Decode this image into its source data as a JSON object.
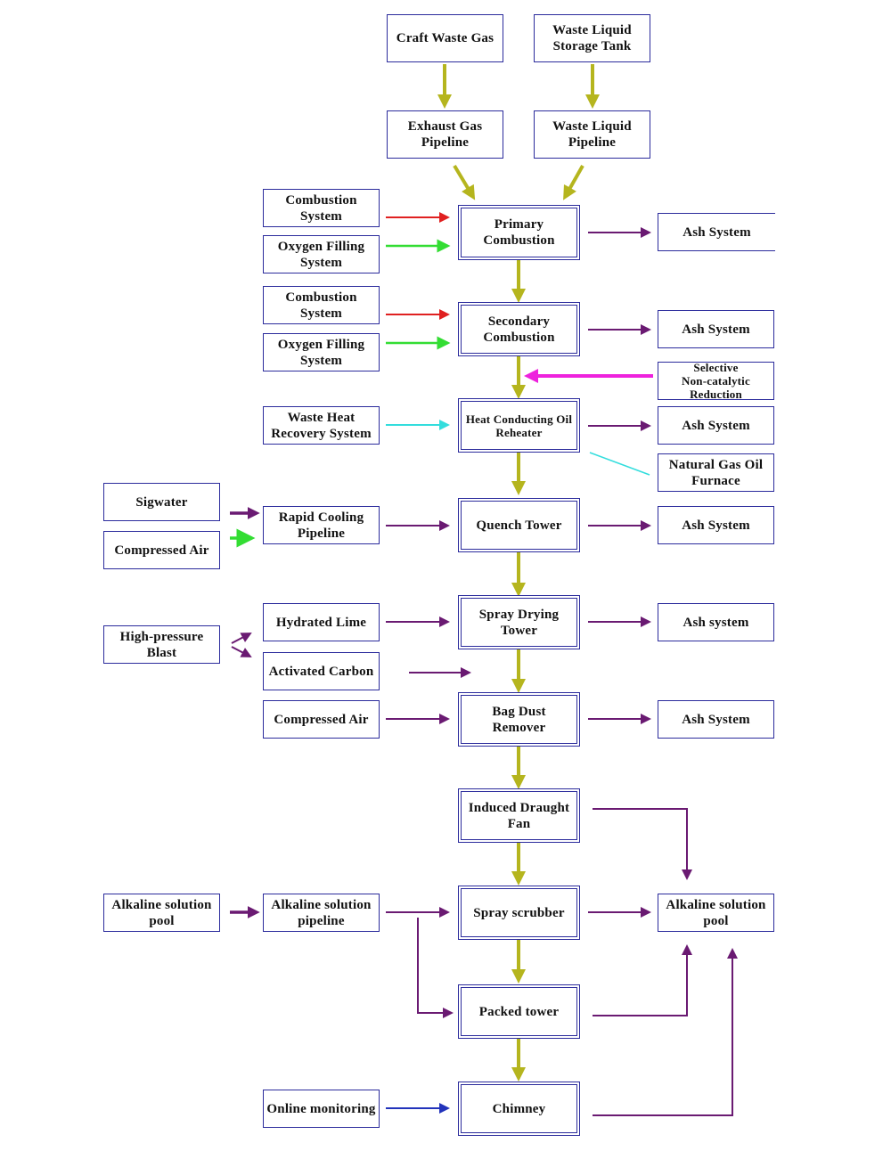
{
  "nodes": {
    "craft_waste_gas": "Craft Waste Gas",
    "waste_liquid_storage_tank": "Waste Liquid\nStorage Tank",
    "exhaust_gas_pipeline": "Exhaust Gas\nPipeline",
    "waste_liquid_pipeline": "Waste Liquid\nPipeline",
    "combustion_system_1": "Combustion\nSystem",
    "oxygen_filling_system_1": "Oxygen Filling\nSystem",
    "primary_combustion": "Primary\nCombustion",
    "ash_system_1": "Ash System",
    "combustion_system_2": "Combustion\nSystem",
    "oxygen_filling_system_2": "Oxygen Filling\nSystem",
    "secondary_combustion": "Secondary\nCombustion",
    "ash_system_2": "Ash System",
    "sncr": "Selective\nNon-catalytic\nReduction",
    "waste_heat_recovery": "Waste Heat\nRecovery System",
    "heat_conducting_oil_reheater": "Heat Conducting Oil\nReheater",
    "ash_system_3": "Ash System",
    "natural_gas_oil_furnace": "Natural Gas Oil\nFurnace",
    "sigwater": "Sigwater",
    "compressed_air_1": "Compressed Air",
    "rapid_cooling_pipeline": "Rapid Cooling\nPipeline",
    "quench_tower": "Quench Tower",
    "ash_system_4": "Ash System",
    "high_pressure_blast": "High-pressure\nBlast",
    "hydrated_lime": "Hydrated Lime",
    "activated_carbon": "Activated Carbon",
    "spray_drying_tower": "Spray Drying\nTower",
    "ash_system_5": "Ash system",
    "compressed_air_2": "Compressed Air",
    "bag_dust_remover": "Bag Dust\nRemover",
    "ash_system_6": "Ash System",
    "induced_draught_fan": "Induced Draught\nFan",
    "alkaline_solution_pool_left": "Alkaline solution\npool",
    "alkaline_solution_pipeline": "Alkaline solution\npipeline",
    "spray_scrubber": "Spray scrubber",
    "alkaline_solution_pool_right": "Alkaline solution\npool",
    "packed_tower": "Packed tower",
    "online_monitoring": "Online monitoring",
    "chimney": "Chimney"
  },
  "colors": {
    "main_flow": "#b5b51e",
    "combustion_feed": "#e02020",
    "oxygen_feed": "#33dd33",
    "heat_recovery": "#33dddd",
    "sncr": "#ee22dd",
    "process_link": "#6a1a72",
    "monitoring": "#2233bb",
    "box_border": "#2b2b9c"
  }
}
